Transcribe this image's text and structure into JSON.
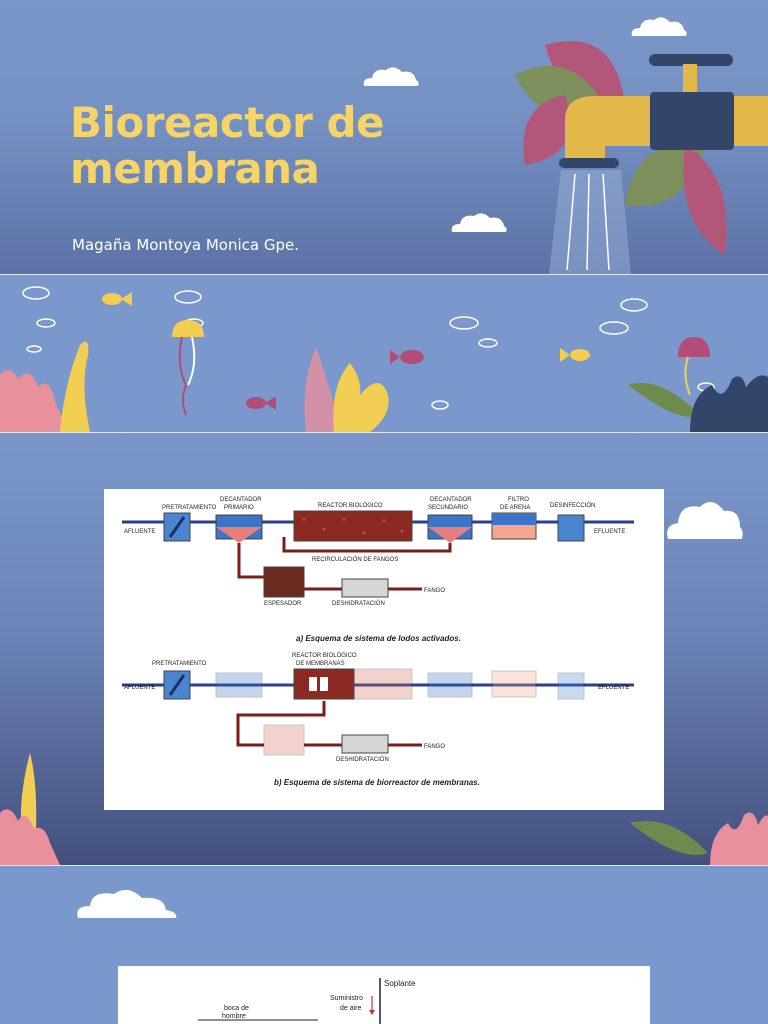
{
  "slide1": {
    "title_line1": "Bioreactor de",
    "title_line2": "membrana",
    "author": "Magaña Montoya Monica Gpe.",
    "colors": {
      "title": "#f5d46a",
      "background": "#7b97c9",
      "faucet": "#e2b84a"
    }
  },
  "diagram_a": {
    "labels": {
      "pretratamiento": "PRETRATAMIENTO",
      "decantador_primario_1": "DECANTADOR",
      "decantador_primario_2": "PRIMARIO",
      "reactor_biologico": "REACTOR BIOLÓGICO",
      "decantador_secundario_1": "DECANTADOR",
      "decantador_secundario_2": "SECUNDARIO",
      "filtro_arena_1": "FILTRO",
      "filtro_arena_2": "DE ARENA",
      "desinfeccion": "DESINFECCIÓN",
      "afluente": "AFLUENTE",
      "efluente": "EFLUENTE",
      "recirculacion": "RECIRCULACIÓN DE FANGOS",
      "espesador": "ESPESADOR",
      "deshidratacion": "DESHIDRATACIÓN",
      "fango": "FANGO"
    },
    "caption": "a) Esquema de sistema de lodos activados."
  },
  "diagram_b": {
    "labels": {
      "pretratamiento": "PRETRATAMIENTO",
      "reactor_1": "REACTOR BIOLÓGICO",
      "reactor_2": "DE MEMBRANAS",
      "afluente": "AFLUENTE",
      "efluente": "EFLUENTE",
      "deshidratacion": "DESHIDRATACIÓN",
      "fango": "FANGO"
    },
    "caption": "b) Esquema de sistema de biorreactor de membranas."
  },
  "diagram_c": {
    "soplante": "Soplante",
    "suministro_1": "Suministro",
    "suministro_2": "de aire",
    "boca_1": "boca de",
    "boca_2": "hombre"
  }
}
